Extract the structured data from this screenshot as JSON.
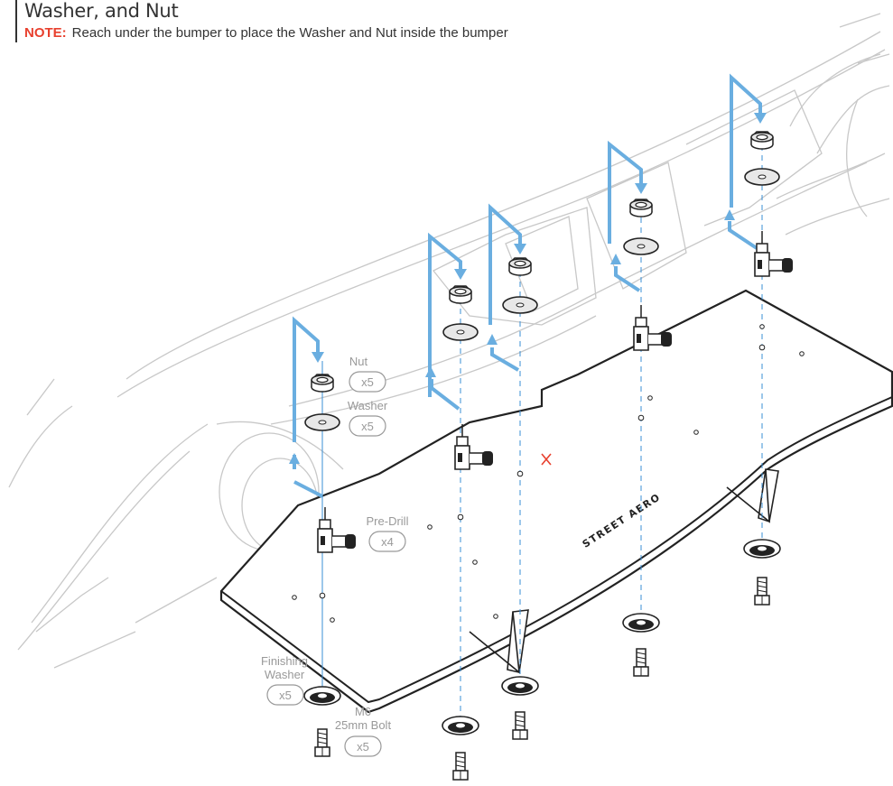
{
  "header": {
    "title": "Washer, and Nut",
    "note_label": "NOTE:",
    "note_text": "Reach under the bumper to place the Washer and Nut inside the bumper"
  },
  "callouts": {
    "nut_label": "Nut",
    "nut_qty": "x5",
    "washer_label": "Washer",
    "washer_qty": "x5",
    "predrill_label": "Pre-Drill",
    "predrill_qty": "x4",
    "finishing_washer_label_1": "Finishing",
    "finishing_washer_label_2": "Washer",
    "finishing_washer_qty": "x5",
    "bolt_label_1": "M6",
    "bolt_label_2": "25mm Bolt",
    "bolt_qty": "x5"
  },
  "brand": "STREET AERO",
  "colors": {
    "arrow": "#6aaee0",
    "line": "#3a8fd6",
    "outline": "#c8c8c8",
    "callout": "#999999",
    "note": "#e8402e",
    "marker": "#e8402e",
    "part": "#222222"
  }
}
